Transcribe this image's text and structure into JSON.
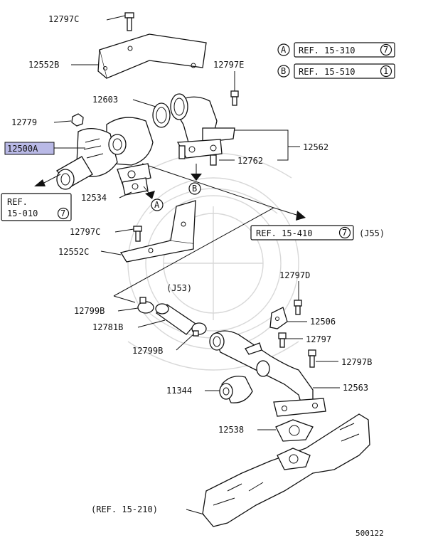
{
  "labels": {
    "p12797C_top": "12797C",
    "p12552B": "12552B",
    "p12797E": "12797E",
    "p12603": "12603",
    "p12779": "12779",
    "p12500A": "12500A",
    "p12562": "12562",
    "p12762": "12762",
    "p12534": "12534",
    "p12797C_mid": "12797C",
    "p12552C": "12552C",
    "j53": "(J53)",
    "p12797D": "12797D",
    "p12506": "12506",
    "p12799B_top": "12799B",
    "p12781B": "12781B",
    "p12797": "12797",
    "p12799B_bot": "12799B",
    "p12797B": "12797B",
    "p11344": "11344",
    "p12563": "12563",
    "p12538": "12538",
    "diagram_id": "500122"
  },
  "refs": {
    "ref_a_letter": "A",
    "ref_a_text": "REF. 15-310",
    "ref_a_num": "7",
    "ref_b_letter": "B",
    "ref_b_text": "REF. 15-510",
    "ref_b_num": "1",
    "ref_left_line1": "REF.",
    "ref_left_line2": "15-010",
    "ref_left_num": "7",
    "ref_mid_text": "REF. 15-410",
    "ref_mid_num": "7",
    "ref_mid_suffix": "(J55)",
    "ref_bottom": "(REF. 15-210)",
    "marker_a": "A",
    "marker_b": "B"
  },
  "colors": {
    "highlight": "#b9b9e6",
    "line": "#111111",
    "watermark": "#d8d8d8"
  }
}
